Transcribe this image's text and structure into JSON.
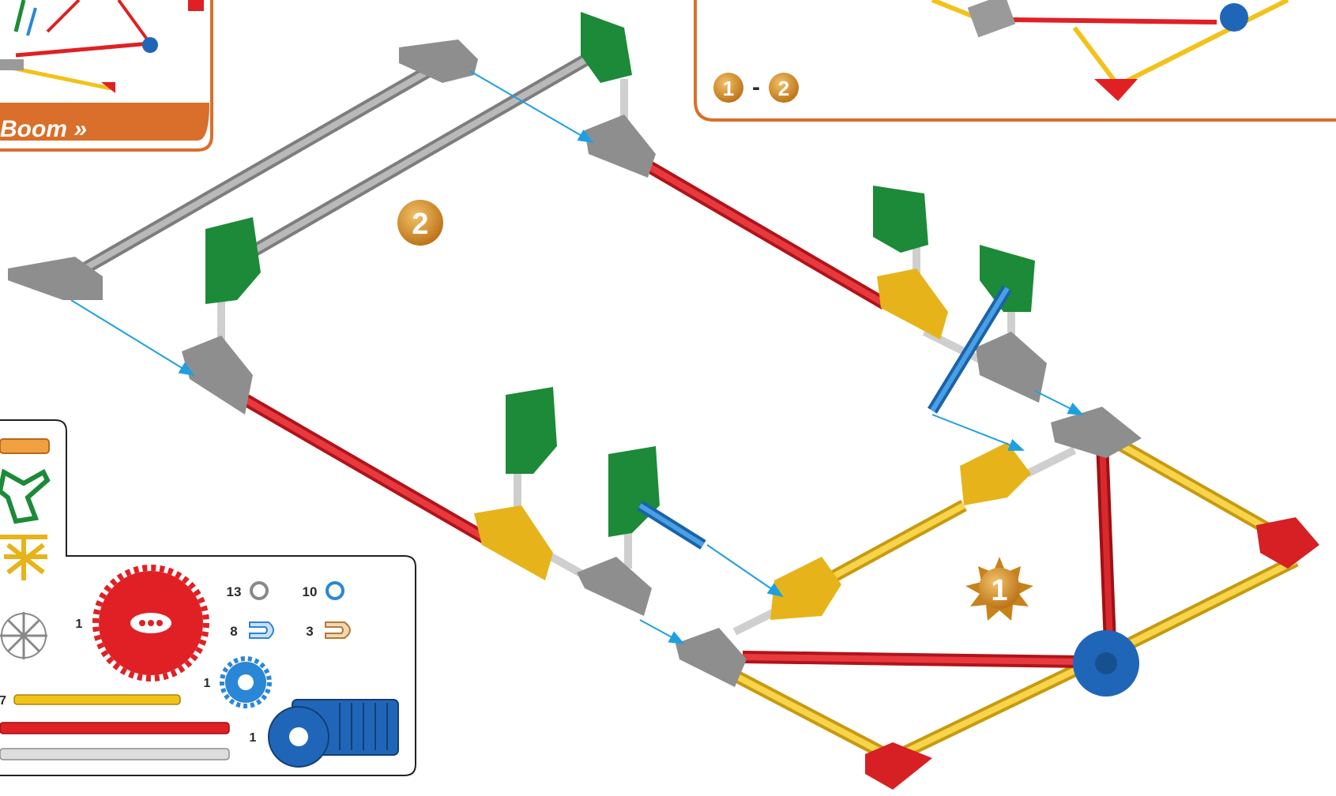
{
  "nav_card": {
    "banner_label": "Boom »"
  },
  "step_range": {
    "from": "1",
    "separator": "-",
    "to": "2"
  },
  "step_badges": {
    "step1": "1",
    "step2": "2"
  },
  "parts_list": [
    {
      "id": "motor",
      "qty": "1"
    },
    {
      "id": "red-gear",
      "qty": "1"
    },
    {
      "id": "blue-gear",
      "qty": "1"
    },
    {
      "id": "silver-spacer",
      "qty": "13"
    },
    {
      "id": "blue-spacer",
      "qty": "10"
    },
    {
      "id": "blue-clip",
      "qty": "8"
    },
    {
      "id": "tan-clip",
      "qty": "3"
    },
    {
      "id": "yellow-rod",
      "qty": "7"
    }
  ],
  "colors": {
    "orange_frame": "#d96f2a",
    "badge_gold": "#d08a20",
    "arrow": "#1ea0e0",
    "red_rod": "#e02024",
    "grey_rod": "#9a9a9a",
    "yellow_rod": "#f2c21a",
    "blue_rod": "#2a86d6",
    "green": "#1c8a38",
    "blue_hub": "#2066b8"
  }
}
